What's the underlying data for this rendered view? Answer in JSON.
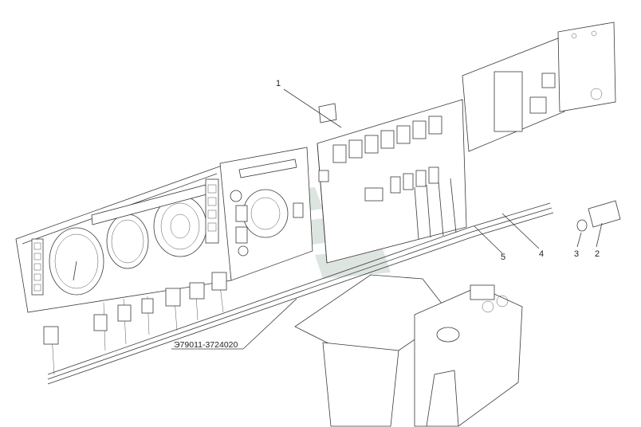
{
  "drawing": {
    "part_number": "Э79011-3724020",
    "callouts": [
      {
        "id": "1",
        "text": "1"
      },
      {
        "id": "2",
        "text": "2"
      },
      {
        "id": "3",
        "text": "3"
      },
      {
        "id": "4",
        "text": "4"
      },
      {
        "id": "5",
        "text": "5"
      }
    ]
  },
  "colors": {
    "line": "#3a3a3a",
    "background": "#ffffff",
    "watermark": "#bfcfc4"
  }
}
